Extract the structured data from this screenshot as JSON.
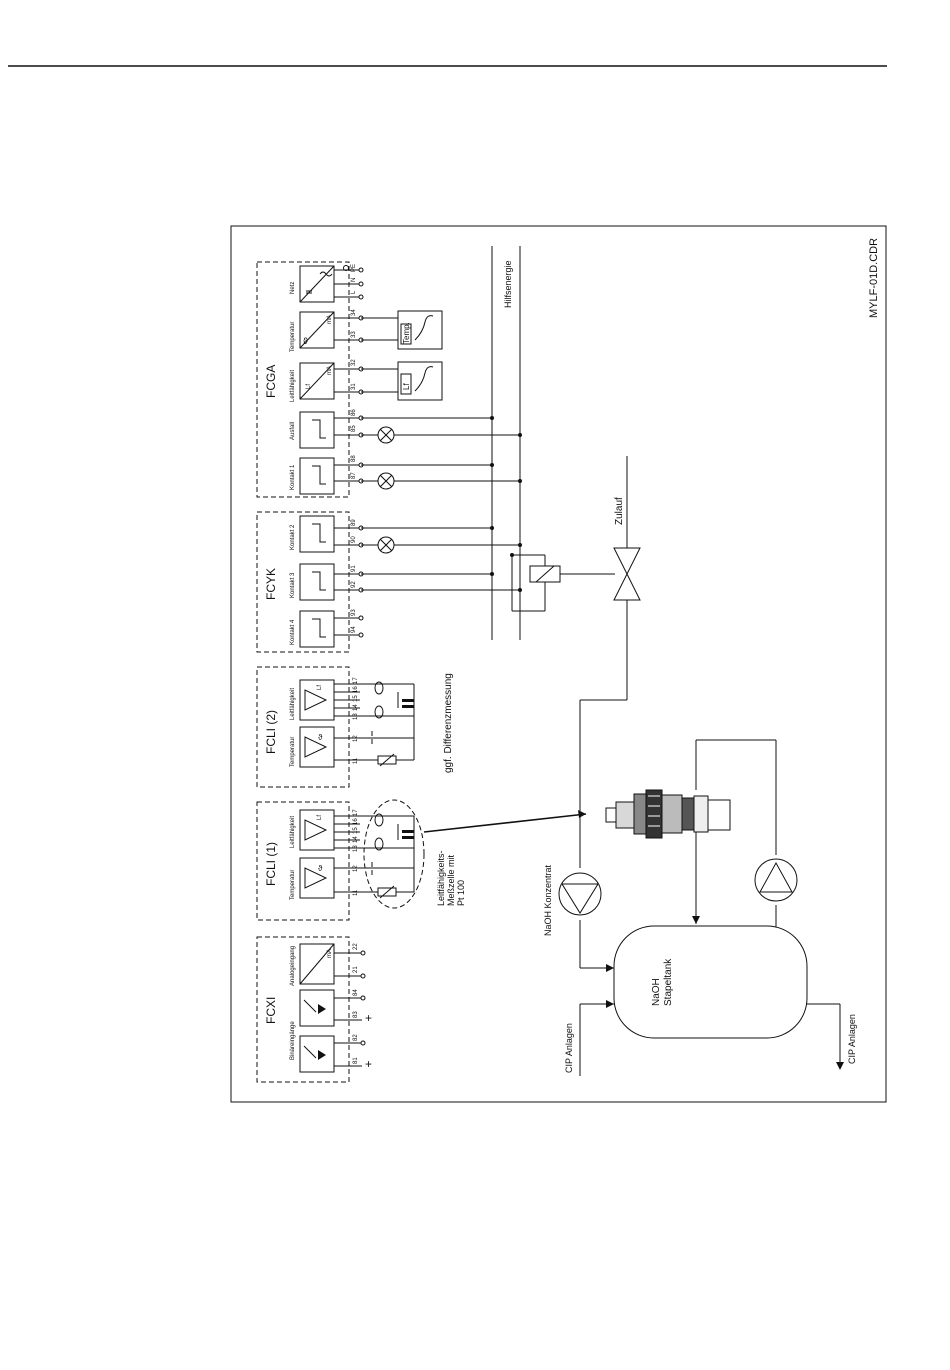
{
  "drawing_id": "MYLF-01D.CDR",
  "aux_power_label": "Hilfsenergie",
  "groups": {
    "fcga": "FCGA",
    "fcyk": "FCYK",
    "fcli2": "FCLI (2)",
    "fcli1": "FCLI (1)",
    "fcxi": "FCXI"
  },
  "modules": {
    "netz": "Netz",
    "temperatur_out": "Temperatur",
    "leitfaehigkeit_out": "Leitfähigkeit",
    "ausfall": "Ausfall",
    "kontakt1": "Kontakt 1",
    "kontakt2": "Kontakt 2",
    "kontakt3": "Kontakt 3",
    "kontakt4": "Kontakt 4",
    "temperatur_in": "Temperatur",
    "leitfaehigkeit_in": "Leitfähigkeit",
    "binaereingaenge": "Binäreingänge",
    "analogeingang": "Analogeingang",
    "unit_ma": "mA",
    "unit_lf": "Lf",
    "unit_theta": "ϑ"
  },
  "terminals": {
    "netz": [
      "PE",
      "N",
      "L"
    ],
    "temp_out": [
      "34",
      "33"
    ],
    "lf_out": [
      "32",
      "31"
    ],
    "ausfall": [
      "86",
      "85"
    ],
    "kontakt1": [
      "88",
      "87"
    ],
    "kontakt2": [
      "89",
      "90"
    ],
    "kontakt3": [
      "91",
      "92"
    ],
    "kontakt4": [
      "93",
      "94"
    ],
    "fcli_lf": [
      "17",
      "16",
      "15",
      "14",
      "13"
    ],
    "fcli_temp": [
      "12",
      "11"
    ],
    "analog": [
      "22",
      "21"
    ],
    "binaer": [
      "84",
      "83",
      "82",
      "81"
    ]
  },
  "recorders": {
    "temp": "Temp.",
    "lf": "Lf"
  },
  "annotations": {
    "differenz": "ggf. Differenzmessung",
    "messzelle": "Leitfähigkeits-\nMeßzelle mit\nPt 100",
    "zulauf": "Zulauf",
    "naoh_konzentrat": "NaOH Konzentrat",
    "tank": "NaOH\nStapeltank",
    "cip_in": "CIP Anlagen",
    "cip_out": "CIP Anlagen"
  }
}
